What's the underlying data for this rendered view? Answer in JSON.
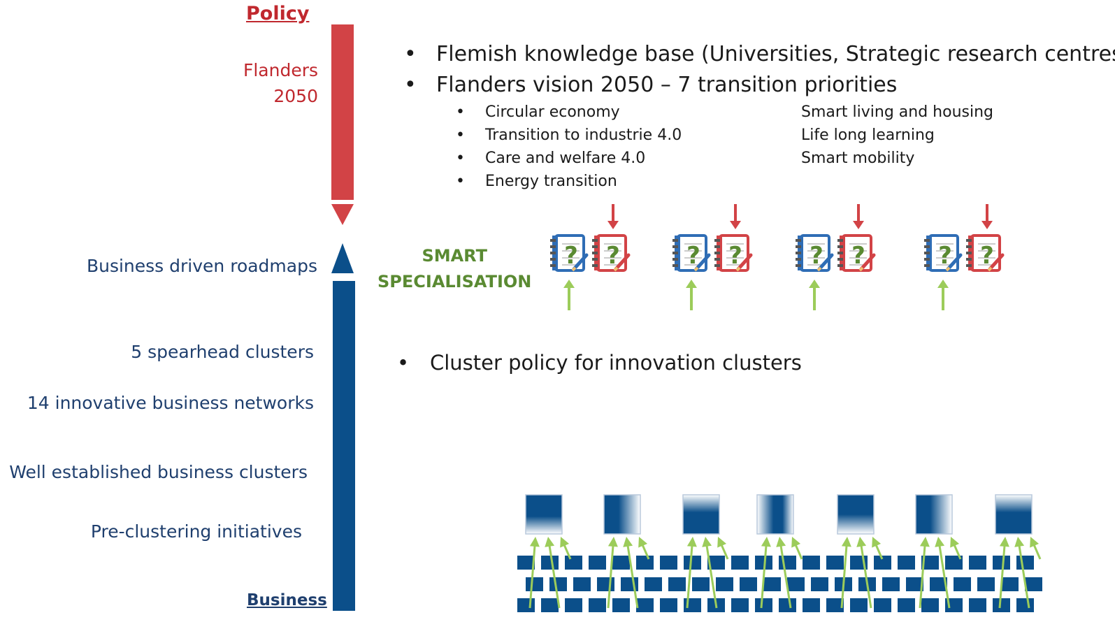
{
  "axis": {
    "top_label": "Policy",
    "bottom_label": "Business",
    "colors": {
      "policy": "#d24346",
      "business": "#0b4f8a"
    }
  },
  "flanders_label": {
    "line1": "Flanders",
    "line2": "2050"
  },
  "left_labels": {
    "roadmaps": "Business driven roadmaps",
    "spearhead": "5 spearhead clusters",
    "networks": "14 innovative business networks",
    "established": "Well established business clusters",
    "preclustering": "Pre-clustering initiatives"
  },
  "bullets": {
    "knowledge_base": "Flemish knowledge base (Universities, Strategic research centres)",
    "vision": "Flanders vision 2050 – 7 transition priorities",
    "cluster_policy": "Cluster policy for innovation clusters"
  },
  "priorities": {
    "left": [
      "Circular economy",
      "Transition to industrie 4.0",
      "Care and welfare 4.0",
      "Energy transition"
    ],
    "right": [
      "Smart living and housing",
      "Life long learning",
      "Smart mobility"
    ]
  },
  "smart_specialisation": {
    "line1": "SMART",
    "line2": "SPECIALISATION"
  },
  "notebook_icon": {
    "glyph": "?",
    "colors": {
      "blue": "#2f6db5",
      "red": "#d24346",
      "question": "#5a8a32",
      "arrow_green": "#9ccc5a",
      "arrow_red": "#d24346"
    }
  },
  "cluster_icon": "cluster-square-icon",
  "network_tile_color": "#0b4f8a"
}
